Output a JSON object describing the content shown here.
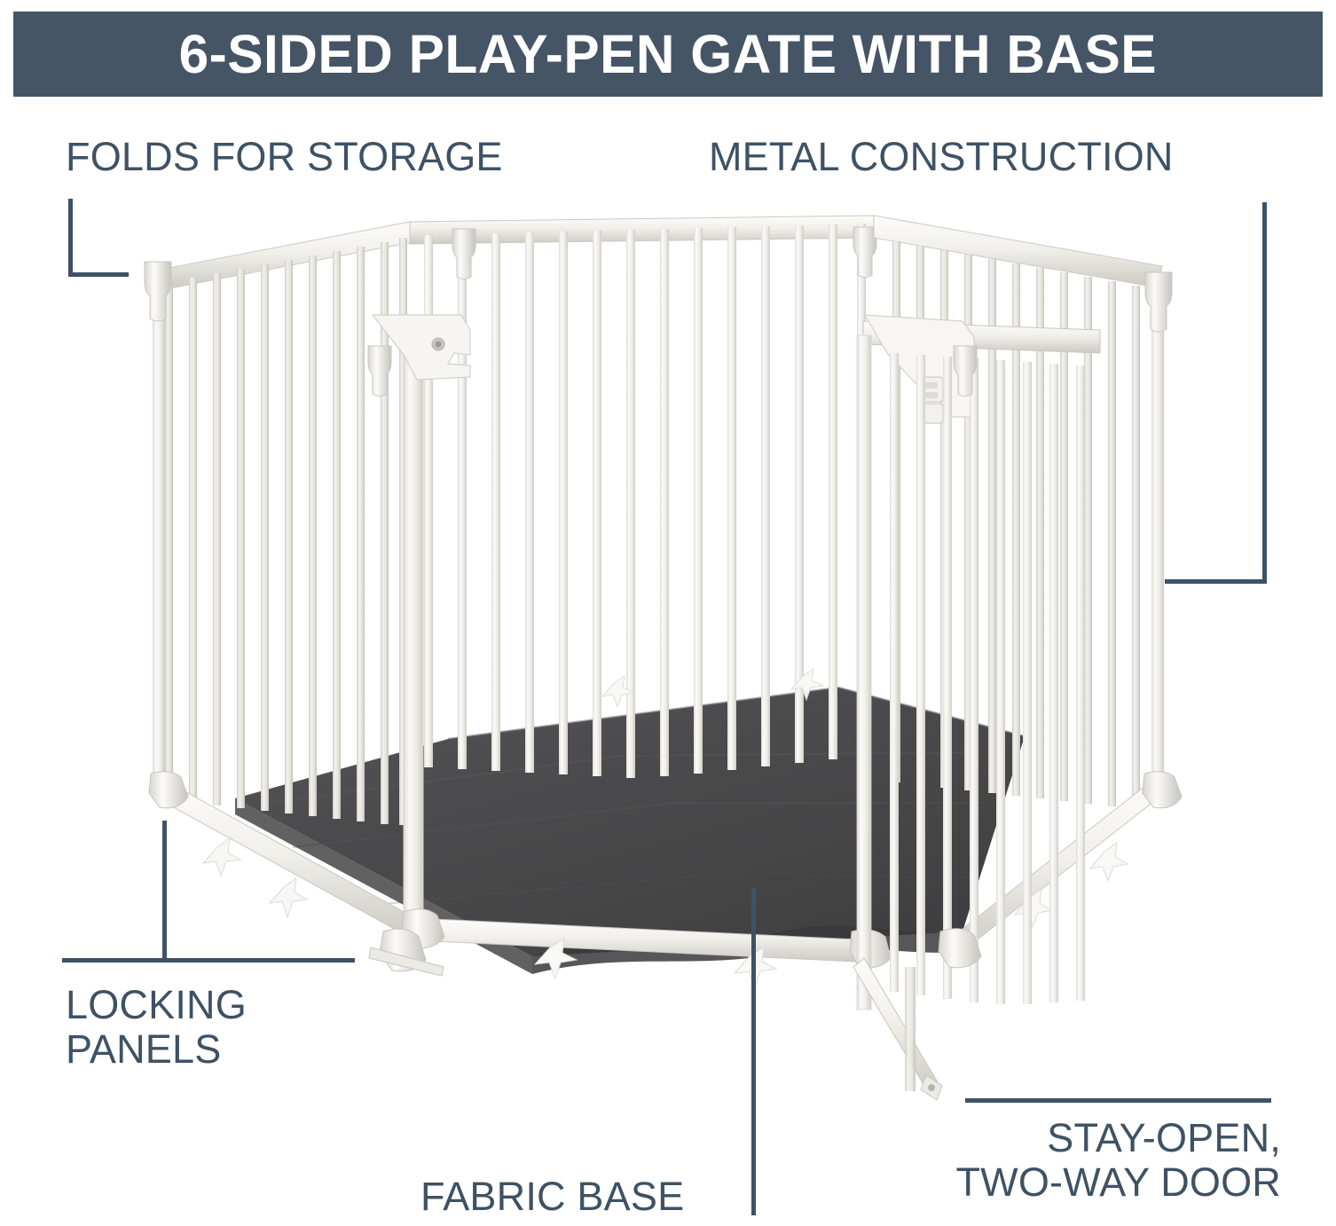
{
  "header": {
    "title": "6-SIDED PLAY-PEN GATE WITH BASE",
    "bar_color": "#455565",
    "text_color": "#ffffff"
  },
  "theme": {
    "accent": "#3e5264",
    "background": "#ffffff",
    "frame_white": "#f2f1ed",
    "frame_shadow": "#d9d7d1",
    "fabric_base": "#4a4a4c",
    "fabric_base_dark": "#3b3b3d",
    "fabric_base_light": "#55555a"
  },
  "callouts": [
    {
      "id": "folds-for-storage",
      "label": "FOLDS FOR STORAGE",
      "position": "top-left"
    },
    {
      "id": "metal-construction",
      "label": "METAL CONSTRUCTION",
      "position": "top-right"
    },
    {
      "id": "locking-panels",
      "label": "LOCKING\nPANELS",
      "position": "bottom-left"
    },
    {
      "id": "fabric-base",
      "label": "FABRIC BASE",
      "position": "bottom-center"
    },
    {
      "id": "stay-open-two-way-door",
      "label": "STAY-OPEN,\nTWO-WAY DOOR",
      "position": "bottom-right"
    }
  ],
  "product": {
    "name": "6-sided play-pen gate with base",
    "panel_count": 6,
    "frame_material": "metal",
    "frame_color": "white",
    "base_material": "fabric",
    "base_color": "dark gray"
  }
}
